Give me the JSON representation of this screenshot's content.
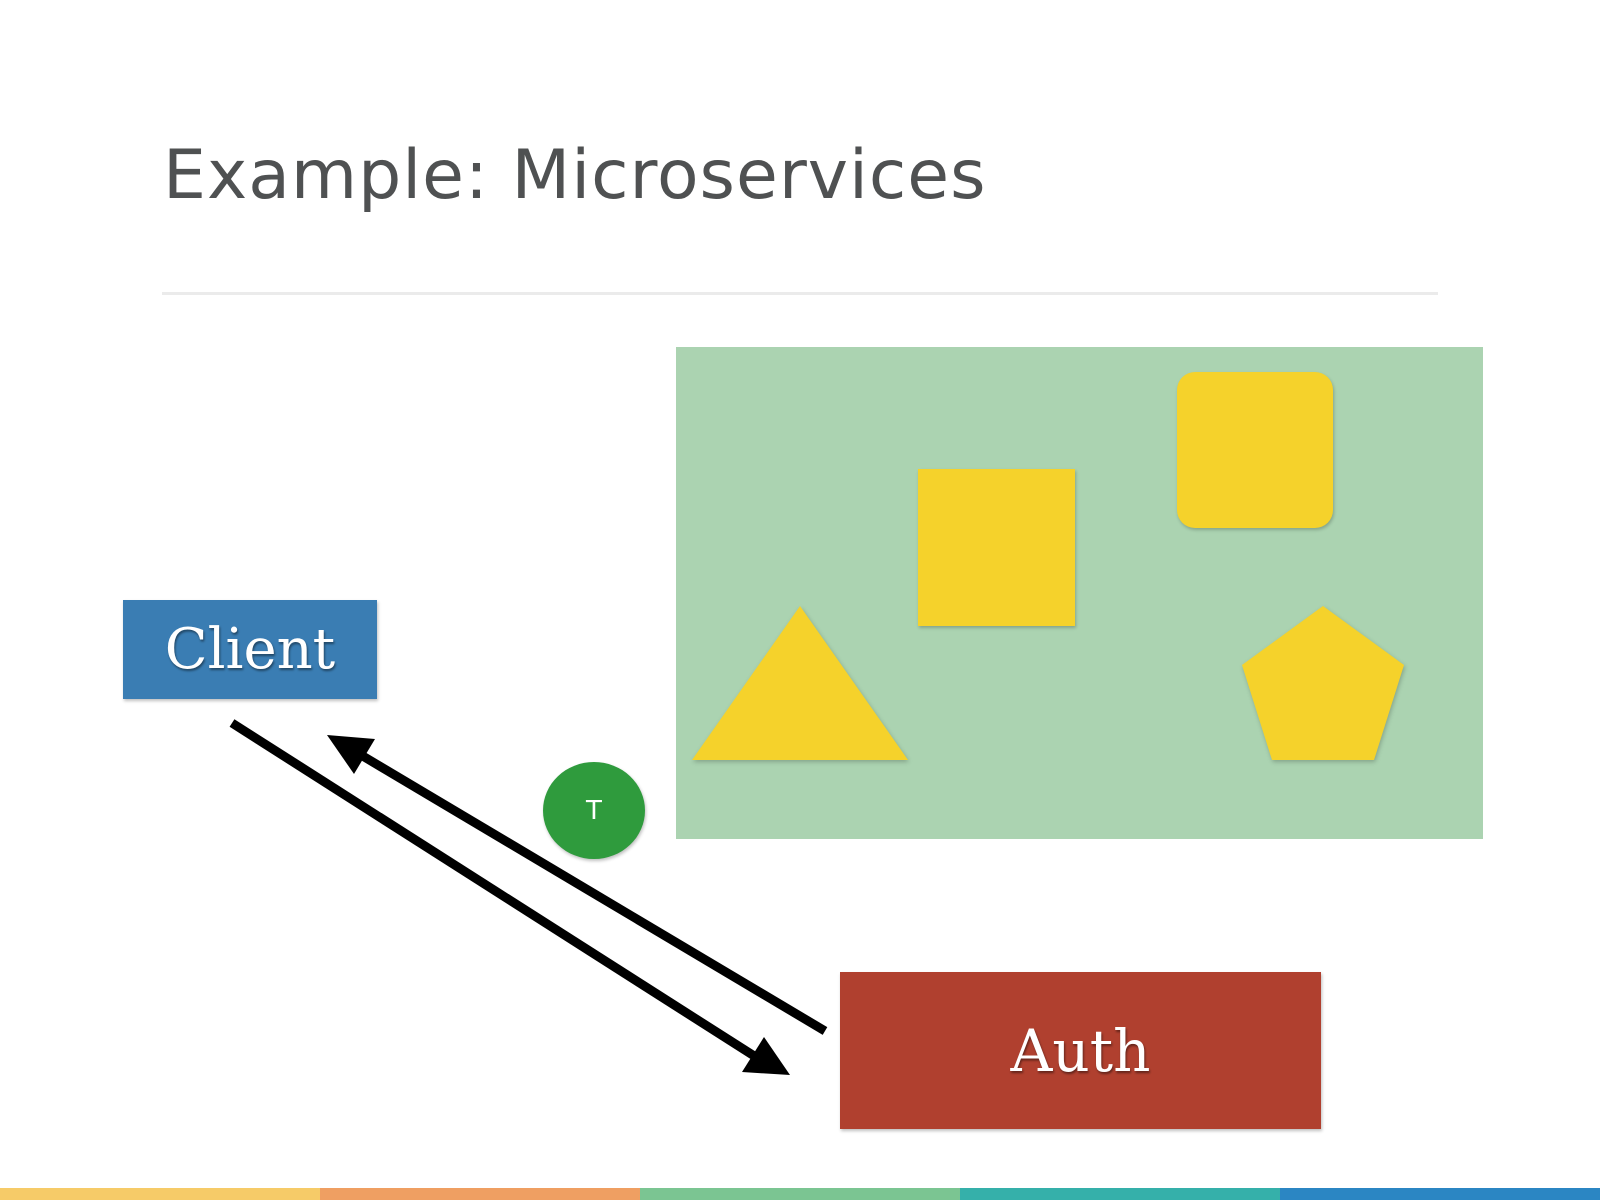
{
  "slide": {
    "title": "Example: Microservices"
  },
  "nodes": {
    "client": "Client",
    "auth": "Auth",
    "token": "T"
  },
  "services": {
    "shapes": [
      "square",
      "rounded-square",
      "triangle",
      "pentagon"
    ]
  },
  "colors": {
    "title_text": "#4f5152",
    "service_zone": "#abd3b1",
    "service_shape": "#f5d22b",
    "client": "#3a7db3",
    "auth": "#b0402f",
    "token": "#2f9b3d",
    "arrow": "#000000",
    "footer": [
      "#f6cb68",
      "#ef9f62",
      "#7bc592",
      "#35b0aa",
      "#2b86c3"
    ]
  }
}
